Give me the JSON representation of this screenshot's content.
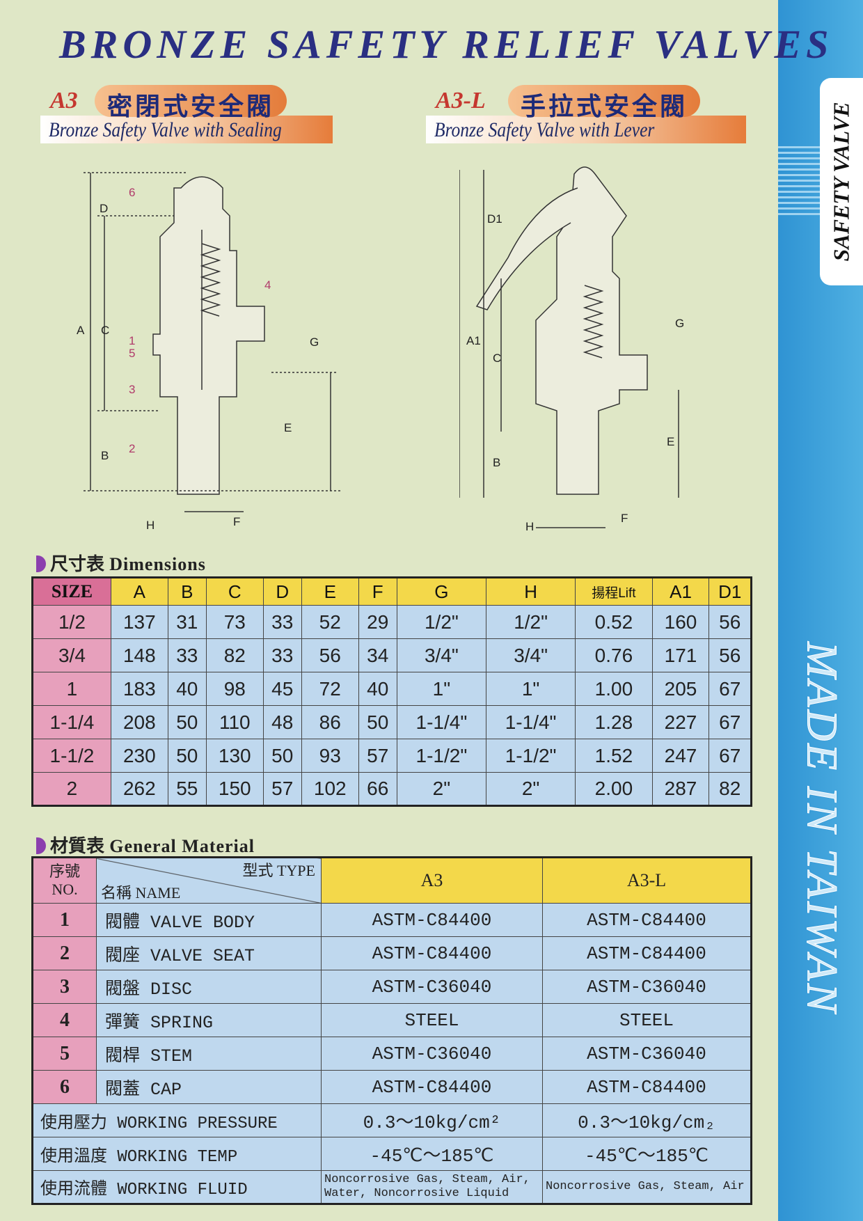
{
  "title": "BRONZE SAFETY RELIEF VALVES",
  "side_tab": "SAFETY VALVE",
  "side_made": "MADE IN TAIWAN",
  "a3": {
    "code": "A3",
    "zh": "密閉式安全閥",
    "en": "Bronze Safety Valve with Sealing",
    "labels": {
      "d": "D",
      "a": "A",
      "c": "C",
      "b": "B",
      "e": "E",
      "f": "F",
      "g": "G",
      "h": "H",
      "p1": "1",
      "p2": "2",
      "p3": "3",
      "p4": "4",
      "p5": "5",
      "p6": "6"
    }
  },
  "a3l": {
    "code": "A3-L",
    "zh": "手拉式安全閥",
    "en": "Bronze Safety Valve with Lever",
    "labels": {
      "d1": "D1",
      "a1": "A1",
      "c": "C",
      "b": "B",
      "e": "E",
      "f": "F",
      "g": "G",
      "h": "H"
    }
  },
  "dimensions": {
    "zh": "尺寸表",
    "en": "Dimensions",
    "headers": [
      "SIZE",
      "A",
      "B",
      "C",
      "D",
      "E",
      "F",
      "G",
      "H",
      "揚程Lift",
      "A1",
      "D1"
    ],
    "rows": [
      [
        "1/2",
        "137",
        "31",
        "73",
        "33",
        "52",
        "29",
        "1/2\"",
        "1/2\"",
        "0.52",
        "160",
        "56"
      ],
      [
        "3/4",
        "148",
        "33",
        "82",
        "33",
        "56",
        "34",
        "3/4\"",
        "3/4\"",
        "0.76",
        "171",
        "56"
      ],
      [
        "1",
        "183",
        "40",
        "98",
        "45",
        "72",
        "40",
        "1\"",
        "1\"",
        "1.00",
        "205",
        "67"
      ],
      [
        "1-1/4",
        "208",
        "50",
        "110",
        "48",
        "86",
        "50",
        "1-1/4\"",
        "1-1/4\"",
        "1.28",
        "227",
        "67"
      ],
      [
        "1-1/2",
        "230",
        "50",
        "130",
        "50",
        "93",
        "57",
        "1-1/2\"",
        "1-1/2\"",
        "1.52",
        "247",
        "67"
      ],
      [
        "2",
        "262",
        "55",
        "150",
        "57",
        "102",
        "66",
        "2\"",
        "2\"",
        "2.00",
        "287",
        "82"
      ]
    ]
  },
  "material": {
    "zh": "材質表",
    "en": "General Material",
    "h_no": "序號",
    "h_no_en": "NO.",
    "h_type": "型式 TYPE",
    "h_name": "名稱 NAME",
    "h_a3": "A3",
    "h_a3l": "A3-L",
    "rows": [
      [
        "1",
        "閥體 VALVE BODY",
        "ASTM-C84400",
        "ASTM-C84400"
      ],
      [
        "2",
        "閥座 VALVE SEAT",
        "ASTM-C84400",
        "ASTM-C84400"
      ],
      [
        "3",
        "閥盤 DISC",
        "ASTM-C36040",
        "ASTM-C36040"
      ],
      [
        "4",
        "彈簧 SPRING",
        "STEEL",
        "STEEL"
      ],
      [
        "5",
        "閥桿 STEM",
        "ASTM-C36040",
        "ASTM-C36040"
      ],
      [
        "6",
        "閥蓋 CAP",
        "ASTM-C84400",
        "ASTM-C84400"
      ]
    ],
    "props": [
      [
        "使用壓力 WORKING PRESSURE",
        "0.3～10kg/cm²",
        "0.3～10kg/cm₂"
      ],
      [
        "使用溫度 WORKING TEMP",
        "-45℃～185℃",
        "-45℃～185℃"
      ],
      [
        "使用流體 WORKING FLUID",
        "Noncorrosive Gas, Steam, Air, Water, Noncorrosive Liquid",
        "Noncorrosive Gas, Steam, Air"
      ]
    ]
  }
}
